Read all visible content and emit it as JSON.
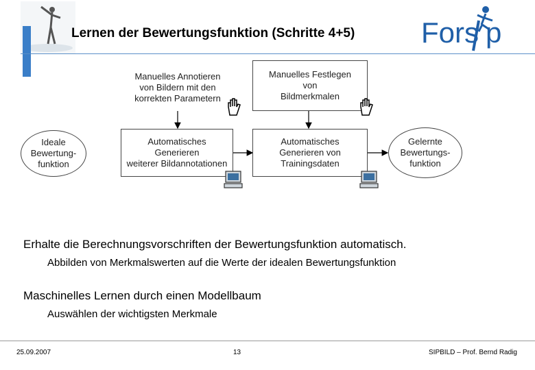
{
  "header": {
    "title": "Lernen der Bewertungsfunktion (Schritte 4+5)",
    "logo_text": "Fors p"
  },
  "diagram": {
    "nodes": {
      "ideal": "Ideale\nBewertung-\nfunktion",
      "manual_annotate": "Manuelles Annotieren\nvon Bildern mit den\nkorrekten Parametern",
      "manual_features": "Manuelles Festlegen\nvon\nBildmerkmalen",
      "auto_annotations": "Automatisches\nGenerieren\nweiterer Bildannotationen",
      "auto_training": "Automatisches\nGenerieren von\nTrainingsdaten",
      "learned": "Gelernte\nBewertungs-\nfunktion"
    },
    "icons": [
      "hand-icon",
      "hand-icon",
      "computer-icon",
      "computer-icon"
    ]
  },
  "content": {
    "bullet1": "Erhalte die Berechnungsvorschriften der Bewertungsfunktion automatisch.",
    "bullet1_sub": "Abbilden von Merkmalswerten auf die Werte der idealen Bewertungsfunktion",
    "bullet2": "Maschinelles Lernen durch einen Modellbaum",
    "bullet2_sub": "Auswählen der wichtigsten Merkmale"
  },
  "footer": {
    "date": "25.09.2007",
    "page": "13",
    "author": "SIPBILD – Prof. Bernd Radig"
  },
  "colors": {
    "accent": "#3a7ec8",
    "logo": "#1f5fa8"
  }
}
